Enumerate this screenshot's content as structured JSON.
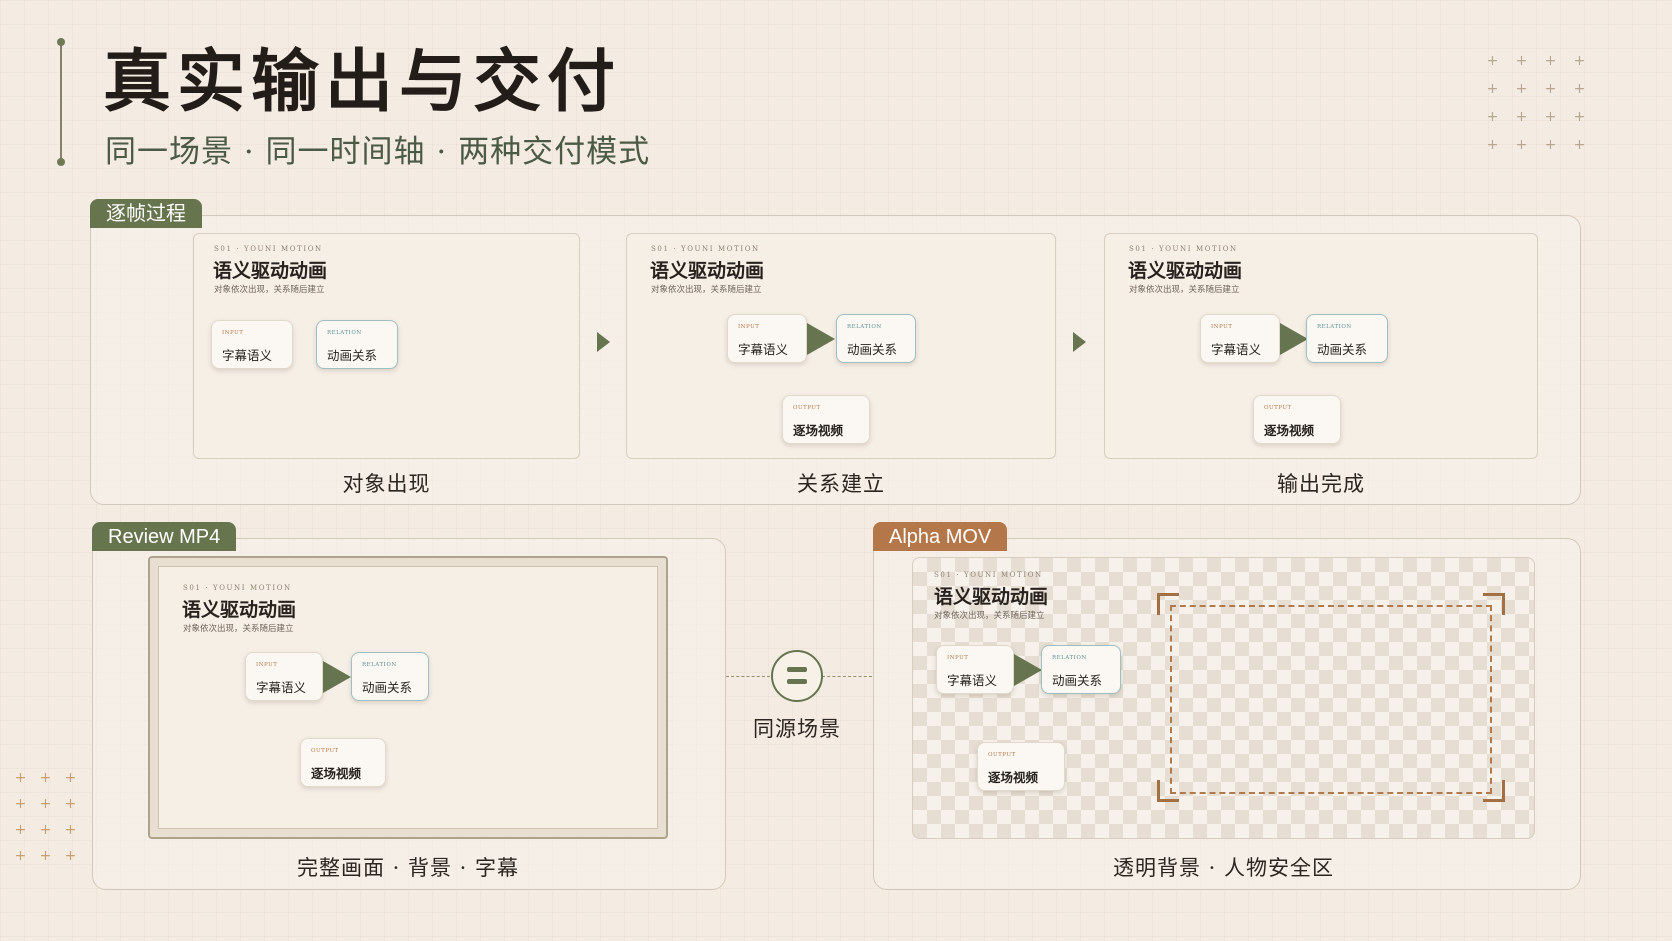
{
  "header": {
    "title": "真实输出与交付",
    "subtitle": "同一场景 · 同一时间轴 · 两种交付模式"
  },
  "decor": {
    "plus": "+"
  },
  "frame_common": {
    "kicker": "S01 · YOUNI MOTION",
    "title": "语义驱动动画",
    "desc": "对象依次出现，关系随后建立",
    "nodes": {
      "input": {
        "tag": "INPUT",
        "label": "字幕语义"
      },
      "relation": {
        "tag": "RELATION",
        "label": "动画关系"
      },
      "output": {
        "tag": "OUTPUT",
        "label": "逐场视频"
      }
    }
  },
  "process": {
    "tag": "逐帧过程",
    "captions": [
      "对象出现",
      "关系建立",
      "输出完成"
    ]
  },
  "review": {
    "tag": "Review MP4",
    "caption": "完整画面 · 背景 · 字幕"
  },
  "middle": {
    "label": "同源场景"
  },
  "alpha": {
    "tag": "Alpha MOV",
    "caption": "透明背景 · 人物安全区"
  },
  "colors": {
    "accent_green": "#67754f",
    "accent_orange": "#b4774a",
    "background": "#f4ebe2"
  },
  "icons": [
    "step-arrow-icon",
    "node-arrow-icon",
    "equals-icon",
    "corner-bracket-icon"
  ]
}
